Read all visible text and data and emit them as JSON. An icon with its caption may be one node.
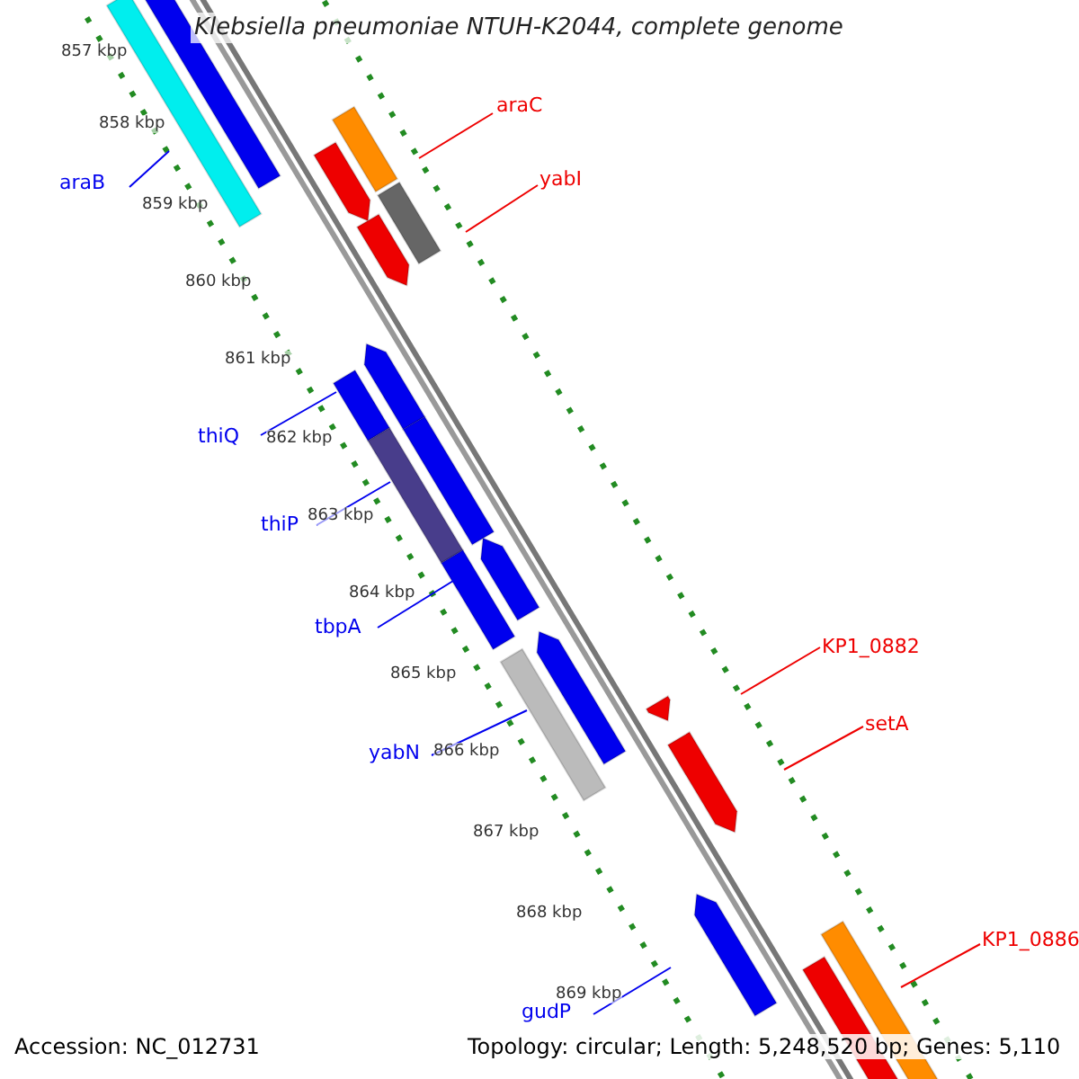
{
  "diagram": {
    "title": "Klebsiella pneumoniae NTUH-K2044, complete genome",
    "nodes": [
      {
        "text": [
          "araC"
        ]
      },
      {
        "text": [
          "yabI"
        ]
      },
      {
        "text": [
          "araB"
        ]
      },
      {
        "text": [
          "thiQ"
        ]
      },
      {
        "text": [
          "thiP"
        ]
      },
      {
        "text": [
          "tbpA"
        ]
      },
      {
        "text": [
          "KP1_0882"
        ]
      },
      {
        "text": [
          "setA"
        ]
      },
      {
        "text": [
          "yabN"
        ]
      },
      {
        "text": [
          "KP1_0886"
        ]
      },
      {
        "text": [
          "gudP"
        ]
      }
    ],
    "edges": [
      {
        "from": 0,
        "to": null,
        "arrow": "none",
        "color": "#ee0000"
      },
      {
        "from": 1,
        "to": null,
        "arrow": "none",
        "color": "#ee0000"
      },
      {
        "from": 2,
        "to": null,
        "arrow": "none"
      },
      {
        "from": 3,
        "to": null,
        "arrow": "none"
      },
      {
        "from": 4,
        "to": null,
        "arrow": "none"
      },
      {
        "from": 5,
        "to": null,
        "arrow": "none"
      },
      {
        "from": 6,
        "to": null,
        "arrow": "none",
        "color": "#ee0000"
      },
      {
        "from": 7,
        "to": null,
        "arrow": "none",
        "color": "#ee0000"
      },
      {
        "from": 8,
        "to": null,
        "arrow": "none"
      },
      {
        "from": 9,
        "to": null,
        "arrow": "none",
        "color": "#ee0000"
      },
      {
        "from": 10,
        "to": null,
        "arrow": "none"
      }
    ],
    "labels": [
      "857 kbp",
      "858 kbp",
      "859 kbp",
      "860 kbp",
      "861 kbp",
      "862 kbp",
      "863 kbp",
      "864 kbp",
      "865 kbp",
      "866 kbp",
      "867 kbp",
      "868 kbp",
      "869 kbp",
      "Accession: NC_012731",
      "Topology: circular; Length: 5,248,520 bp; Genes: 5,110"
    ]
  }
}
